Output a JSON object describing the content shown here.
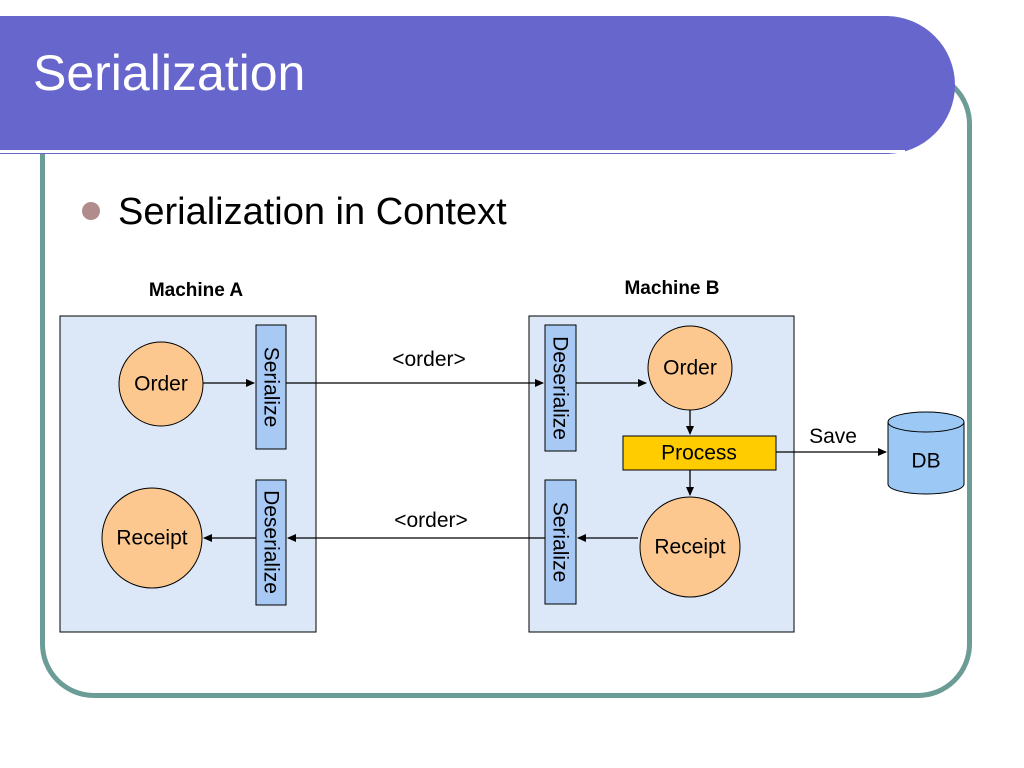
{
  "slide": {
    "title": "Serialization",
    "bullet": "Serialization in Context"
  },
  "colors": {
    "title_bar": "#6666cc",
    "frame": "#6b9c96",
    "machine_fill": "#dce8f8",
    "vertical_box": "#a9c9f5",
    "circle": "#fcc88f",
    "process": "#ffcc00",
    "db": "#9cc8f5",
    "bullet": "#b08c8c"
  },
  "machine_a": {
    "label": "Machine A",
    "order": "Order",
    "receipt": "Receipt",
    "serialize": "Serialize",
    "deserialize": "Deserialize"
  },
  "machine_b": {
    "label": "Machine B",
    "order": "Order",
    "process": "Process",
    "receipt": "Receipt",
    "serialize": "Serialize",
    "deserialize": "Deserialize"
  },
  "messages": {
    "outgoing": "<order>",
    "incoming": "<order>"
  },
  "database": {
    "label": "DB",
    "save": "Save"
  }
}
